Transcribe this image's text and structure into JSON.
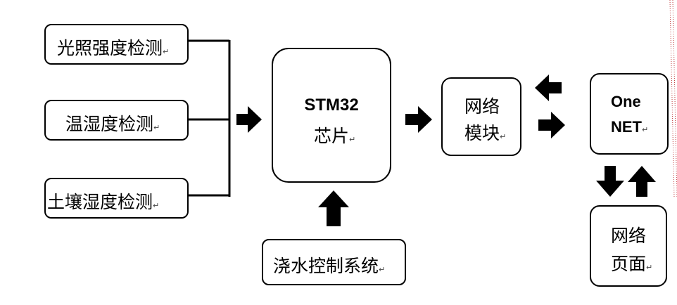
{
  "sensors": [
    {
      "label": "光照强度检测",
      "mark": "↵"
    },
    {
      "label": "温湿度检测",
      "mark": "↵"
    },
    {
      "label": "土壤湿度检测",
      "mark": "↵"
    }
  ],
  "chip": {
    "title": "STM32",
    "subtitle": "芯片",
    "mark": "↵"
  },
  "irrigation": {
    "label": "浇水控制系统",
    "mark": "↵"
  },
  "network_module": {
    "line1": "网络",
    "line2": "模块",
    "mark": "↵"
  },
  "onenet": {
    "line1": "One",
    "line2": "NET",
    "mark": "↵"
  },
  "web_page": {
    "line1": "网络",
    "line2": "页面",
    "mark": "↵"
  }
}
